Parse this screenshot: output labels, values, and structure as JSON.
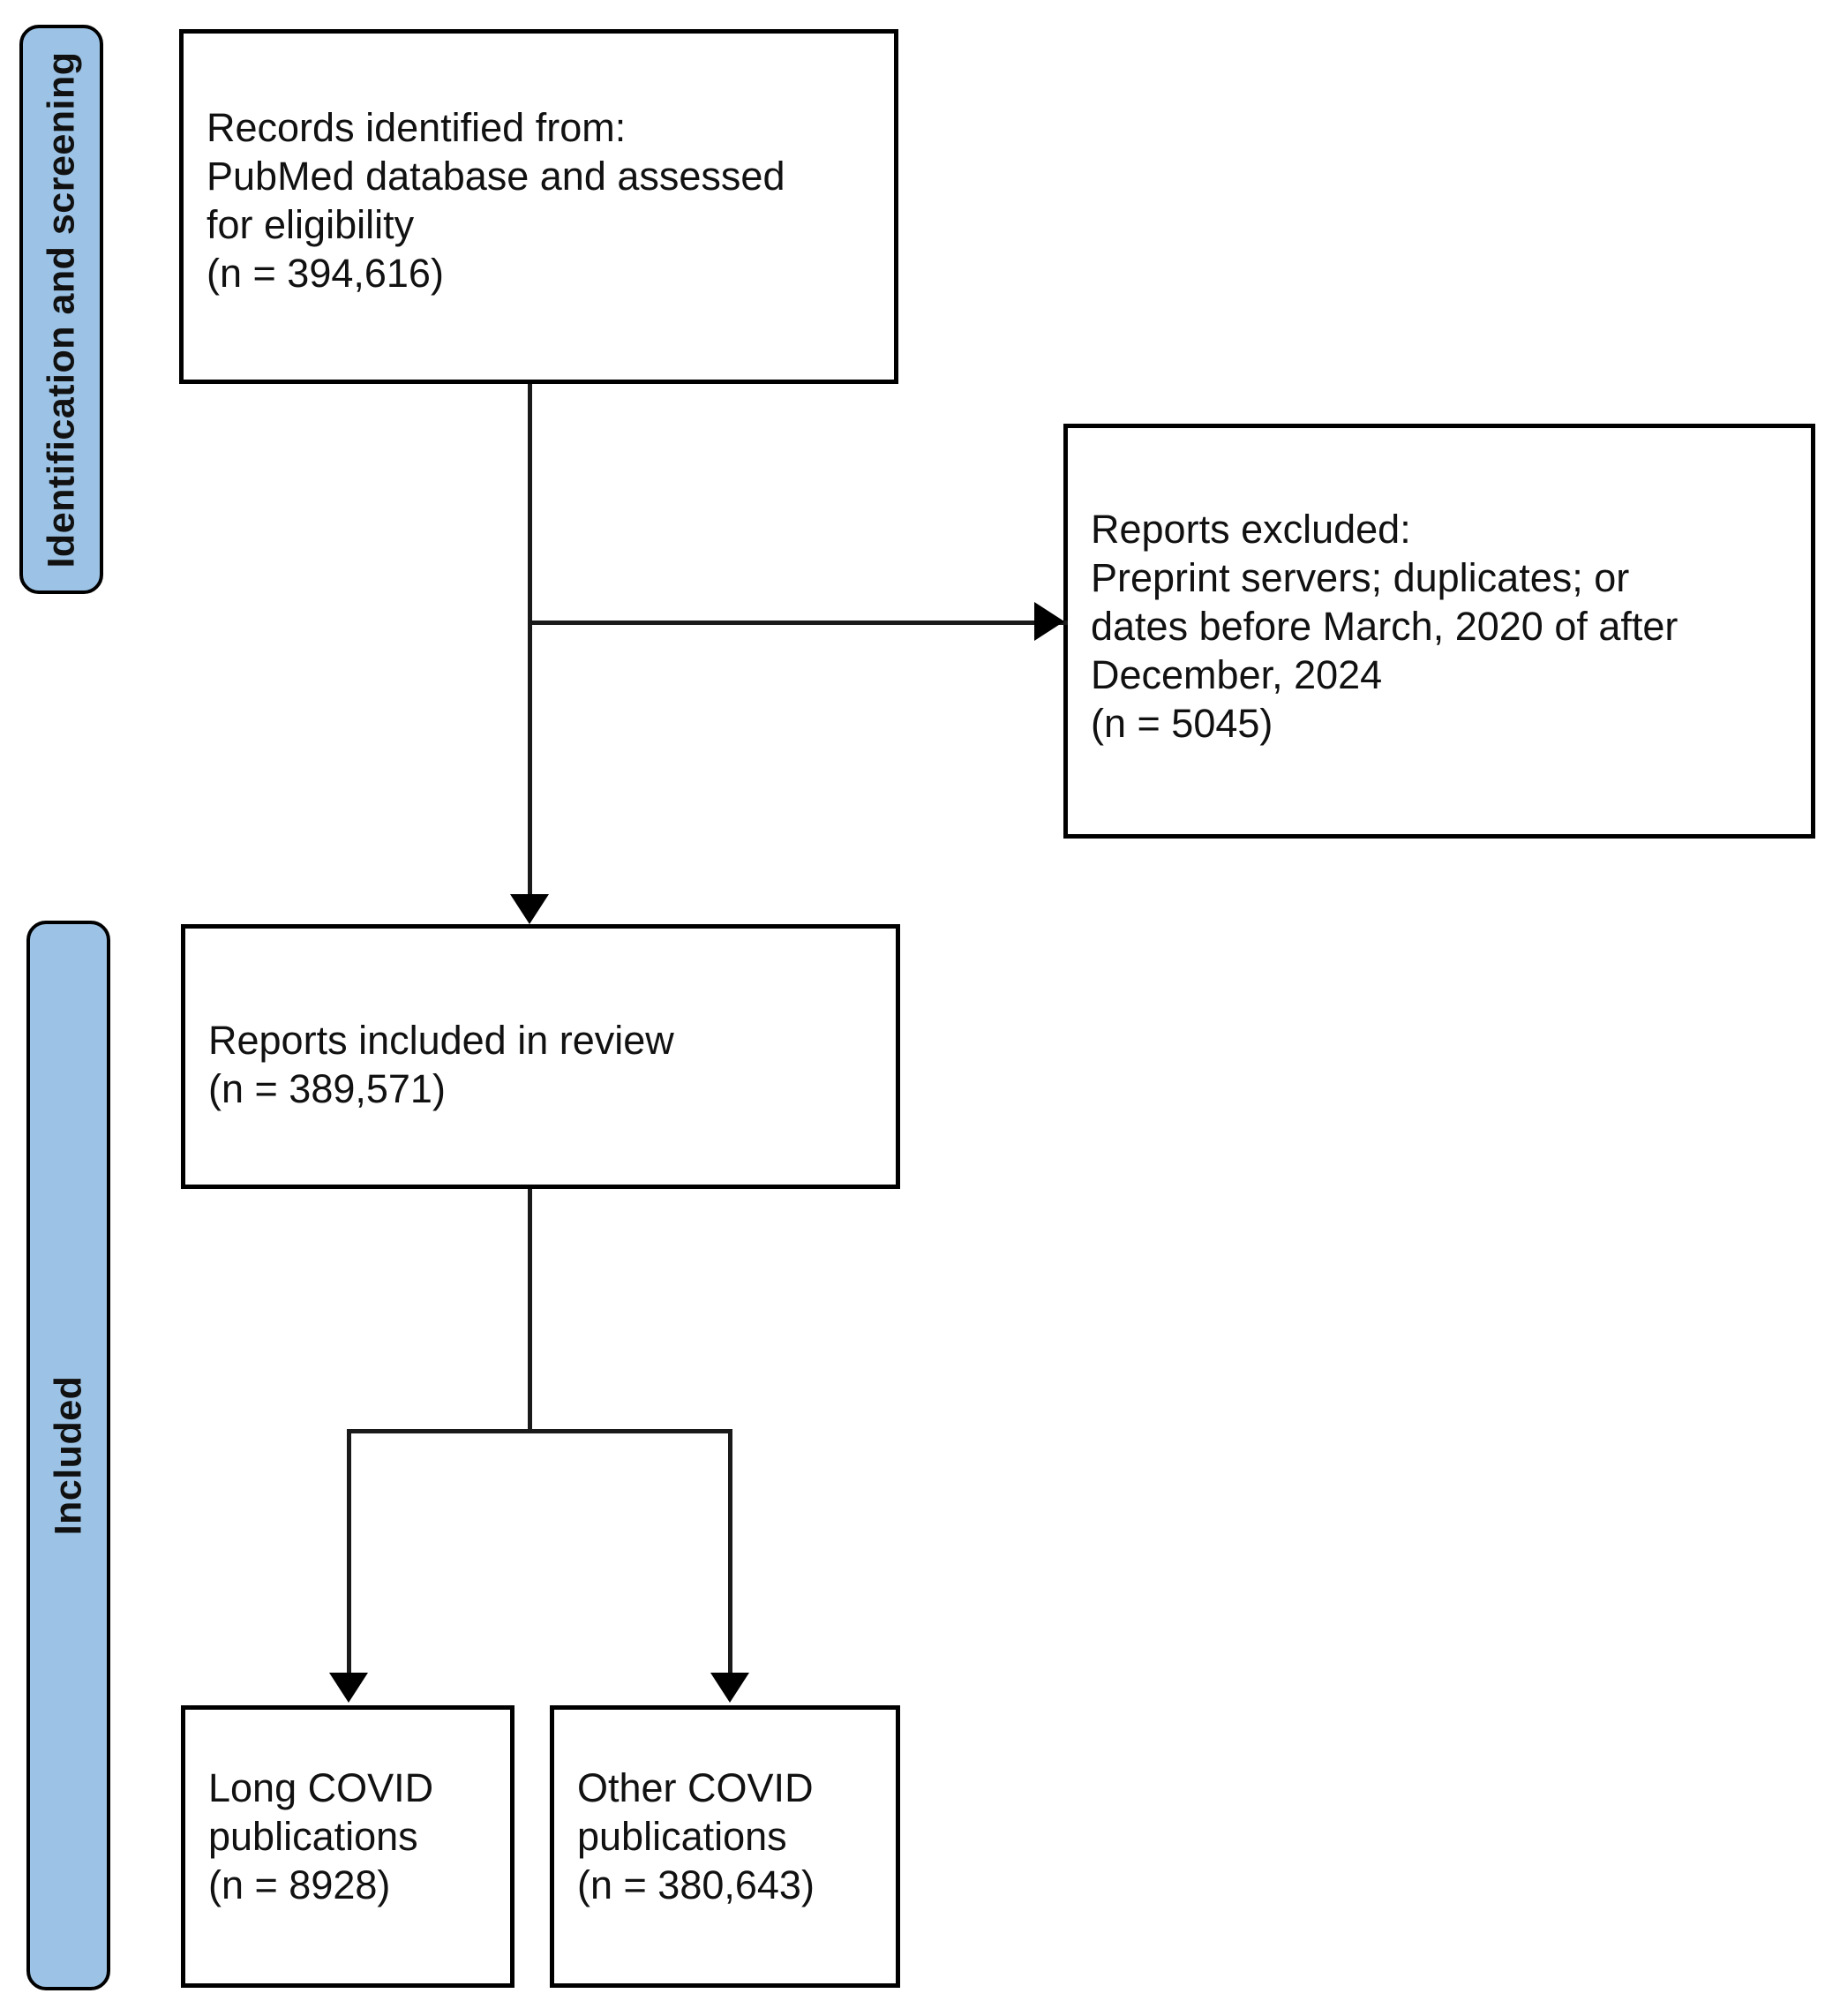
{
  "diagram": {
    "type": "prisma-flow-diagram",
    "bands": [
      {
        "id": "identification",
        "label": "Identification and screening"
      },
      {
        "id": "included",
        "label": "Included"
      }
    ],
    "boxes": [
      {
        "id": "records-identified",
        "text": "Records identified from:\nPubMed database and assessed\nfor eligibility\n(n = 394,616)",
        "n": "394,616"
      },
      {
        "id": "reports-excluded",
        "text": "Reports excluded:\nPreprint servers; duplicates; or\ndates before March, 2020 of after\nDecember, 2024\n(n = 5045)",
        "n": "5045"
      },
      {
        "id": "reports-included",
        "text": "Reports included in review\n(n = 389,571)",
        "n": "389,571"
      },
      {
        "id": "long-covid-publications",
        "text": "Long COVID\npublications\n(n = 8928)",
        "n": "8928"
      },
      {
        "id": "other-covid-publications",
        "text": "Other COVID\npublications\n(n = 380,643)",
        "n": "380,643"
      }
    ],
    "colors": {
      "band_fill": "#9CC3E6",
      "line": "#000000",
      "box_fill": "#ffffff",
      "text": "#111111"
    }
  }
}
